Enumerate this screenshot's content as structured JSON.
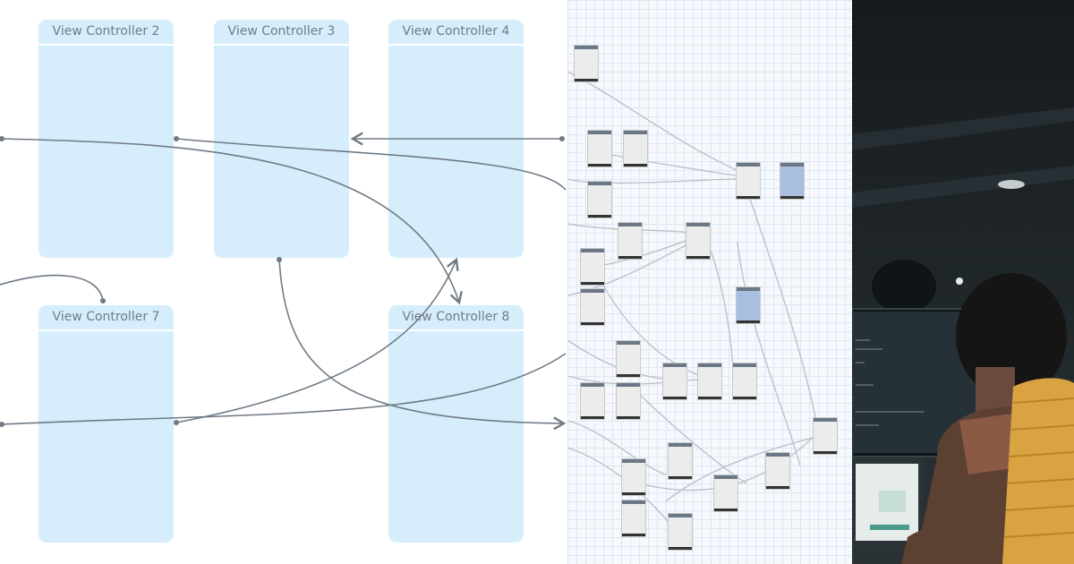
{
  "storyboard": {
    "controllers": [
      {
        "title": "View Controller 2"
      },
      {
        "title": "View Controller 3"
      },
      {
        "title": "View Controller 4"
      },
      {
        "title": "View Controller 7"
      },
      {
        "title": "View Controller 8"
      }
    ]
  },
  "overview": {
    "description_color": "#f5f8fc"
  },
  "colors": {
    "controller_fill": "#d6eefb",
    "title_text": "#6f7c87",
    "segue_line": "#6f7a85",
    "photo_dark": "#1b2124"
  }
}
